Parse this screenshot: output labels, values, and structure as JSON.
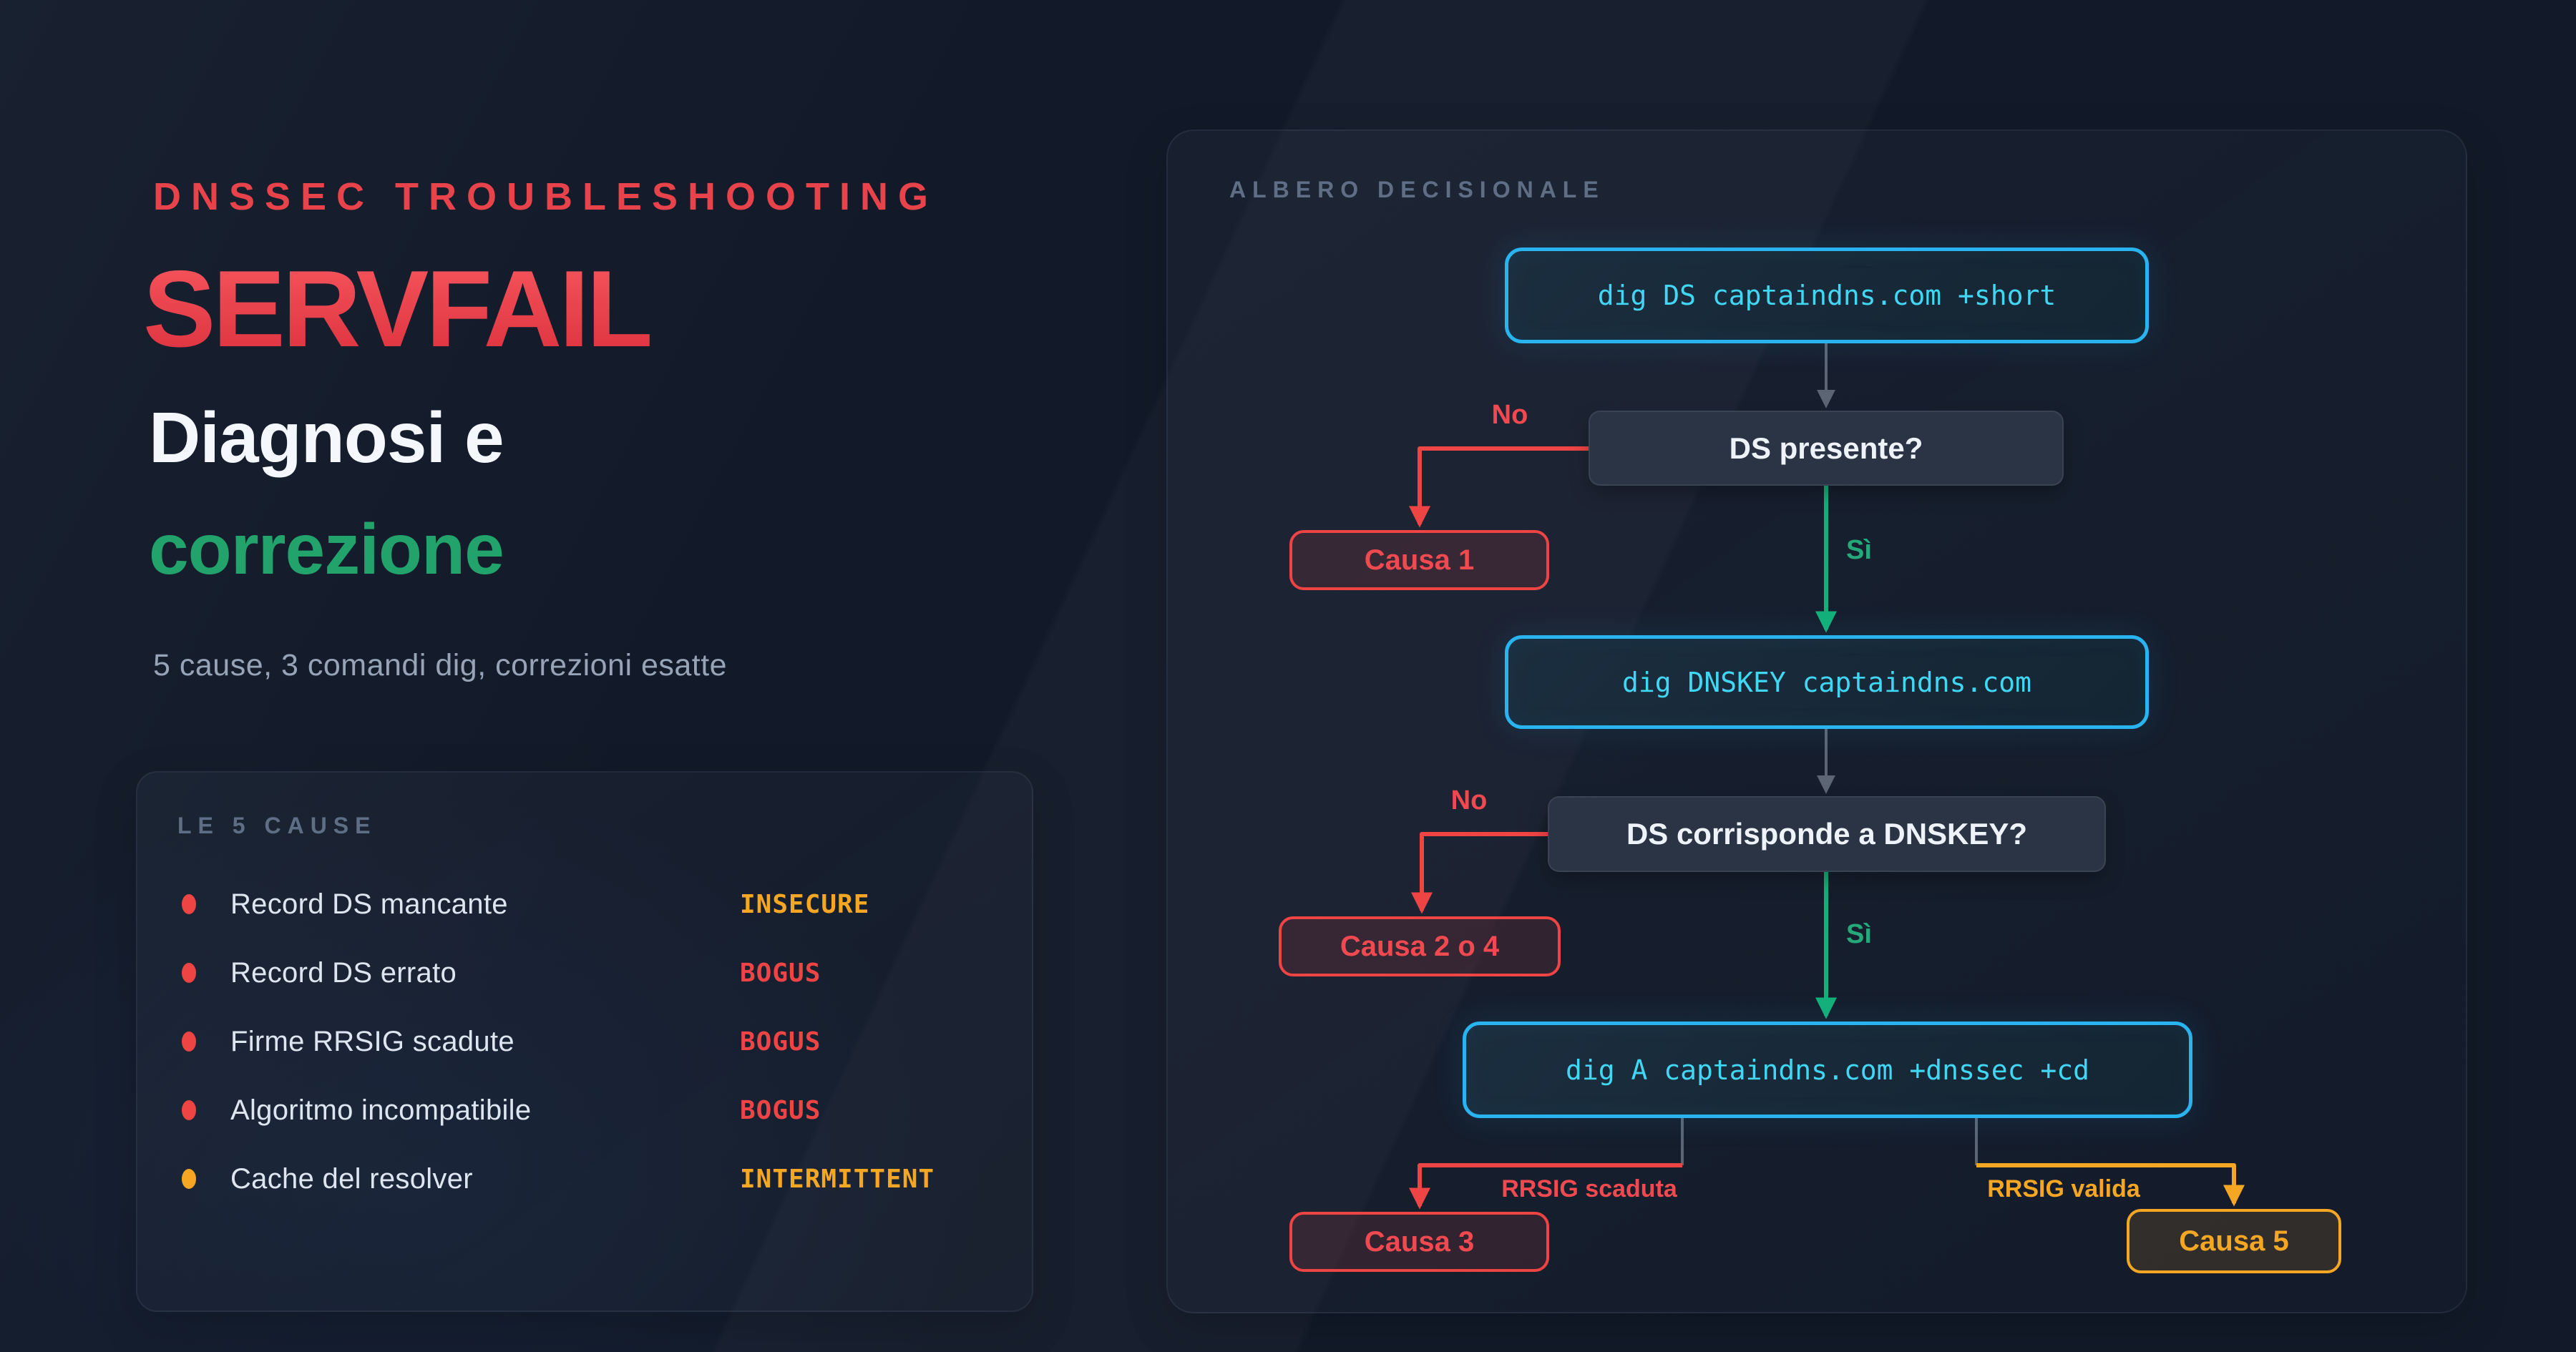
{
  "slide": {
    "background": "#121a29"
  },
  "hero": {
    "eyebrow": "DNSSEC TROUBLESHOOTING",
    "title": "SERVFAIL",
    "subtitle_line1": "Diagnosi e",
    "subtitle_line2": "correzione",
    "tagline": "5 cause, 3 comandi dig, correzioni esatte",
    "accent_red": "#ef4444",
    "accent_green": "#21a36b"
  },
  "causes_card": {
    "header": "LE 5 CAUSE",
    "items": [
      {
        "label": "Record DS mancante",
        "status": "INSECURE",
        "status_color": "#f5a623",
        "bullet_color": "#ef4444"
      },
      {
        "label": "Record DS errato",
        "status": "BOGUS",
        "status_color": "#ef4444",
        "bullet_color": "#ef4444"
      },
      {
        "label": "Firme RRSIG scadute",
        "status": "BOGUS",
        "status_color": "#ef4444",
        "bullet_color": "#ef4444"
      },
      {
        "label": "Algoritmo incompatibile",
        "status": "BOGUS",
        "status_color": "#ef4444",
        "bullet_color": "#ef4444"
      },
      {
        "label": "Cache del resolver",
        "status": "INTERMITTENT",
        "status_color": "#f5a623",
        "bullet_color": "#f5a623"
      }
    ]
  },
  "decision_tree": {
    "header": "ALBERO DECISIONALE",
    "nodes": {
      "cmd1": "dig DS captaindns.com +short",
      "q1": "DS presente?",
      "cause1": "Causa 1",
      "cmd2": "dig DNSKEY captaindns.com",
      "q2": "DS corrisponde a DNSKEY?",
      "cause2": "Causa 2 o 4",
      "cmd3": "dig A captaindns.com +dnssec +cd",
      "cause3": "Causa 3",
      "cause5": "Causa 5"
    },
    "labels": {
      "no1": "No",
      "yes1": "Sì",
      "no2": "No",
      "yes2": "Sì",
      "rrsig_expired": "RRSIG scaduta",
      "rrsig_valid": "RRSIG valida"
    },
    "colors": {
      "command_border": "#29b4ef",
      "command_text": "#41d7f4",
      "question_bg": "#2a3444",
      "no_branch": "#ef4444",
      "yes_branch": "#13b079",
      "valid_branch": "#f5a623",
      "neutral_arrow": "#5b6574"
    }
  }
}
